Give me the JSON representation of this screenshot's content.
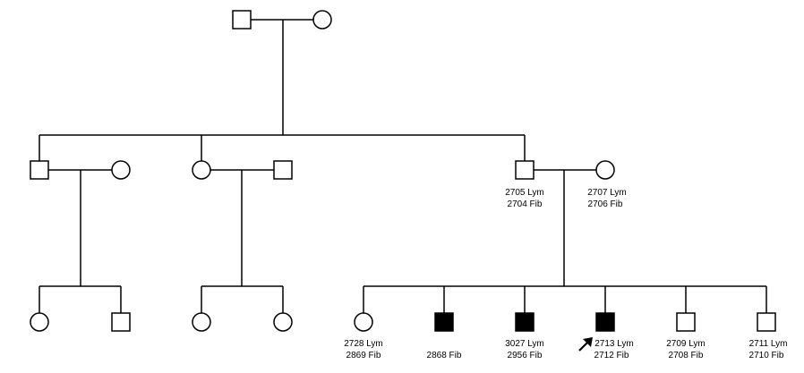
{
  "colors": {
    "line": "#000000",
    "affected": "#000000",
    "unaffected": "#ffffff"
  },
  "generation_1": {
    "father": {
      "sex": "male",
      "affected": false
    },
    "mother": {
      "sex": "female",
      "affected": false
    }
  },
  "generation_2": {
    "left_son": {
      "sex": "male",
      "affected": false
    },
    "left_son_spouse": {
      "sex": "female",
      "affected": false
    },
    "daughter": {
      "sex": "female",
      "affected": false
    },
    "daughter_spouse": {
      "sex": "male",
      "affected": false
    },
    "right_son": {
      "sex": "male",
      "affected": false,
      "label_1": "2705 Lym",
      "label_2": "2704 Fib"
    },
    "right_son_spouse": {
      "sex": "female",
      "affected": false,
      "label_1": "2707 Lym",
      "label_2": "2706 Fib"
    }
  },
  "generation_3": {
    "family_a": [
      {
        "sex": "female",
        "affected": false
      },
      {
        "sex": "male",
        "affected": false
      }
    ],
    "family_b": [
      {
        "sex": "female",
        "affected": false
      },
      {
        "sex": "female",
        "affected": false
      }
    ],
    "family_c": [
      {
        "sex": "female",
        "affected": false,
        "label_1": "2728 Lym",
        "label_2": "2869 Fib"
      },
      {
        "sex": "male",
        "affected": true,
        "label_1": "",
        "label_2": "2868 Fib"
      },
      {
        "sex": "male",
        "affected": true,
        "label_1": "3027 Lym",
        "label_2": "2956 Fib"
      },
      {
        "sex": "male",
        "affected": true,
        "proband": true,
        "label_1": "2713 Lym",
        "label_2": "2712 Fib"
      },
      {
        "sex": "male",
        "affected": false,
        "label_1": "2709 Lym",
        "label_2": "2708 Fib"
      },
      {
        "sex": "male",
        "affected": false,
        "label_1": "2711 Lym",
        "label_2": "2710 Fib"
      }
    ]
  },
  "icons": {
    "proband_marker": "proband-arrow-icon"
  }
}
